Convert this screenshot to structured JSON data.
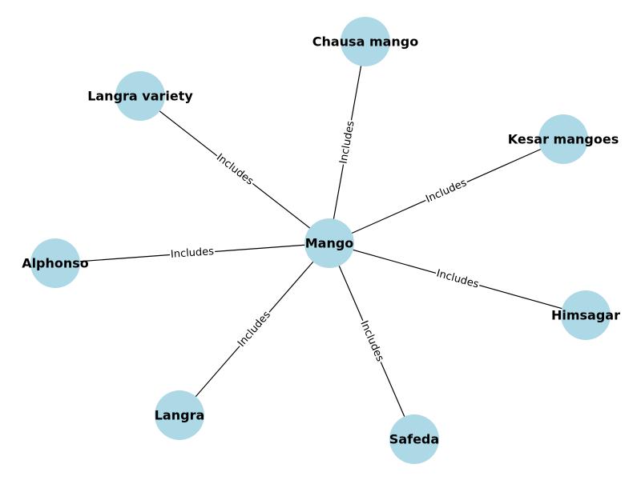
{
  "graph": {
    "colors": {
      "node_fill": "#add8e6",
      "edge_stroke": "#000000",
      "label_bg": "#ffffff"
    },
    "center": {
      "id": "mango",
      "label": "Mango"
    },
    "edge_label": "Includes",
    "nodes": [
      {
        "id": "chausa",
        "label": "Chausa mango"
      },
      {
        "id": "langra-variety",
        "label": "Langra variety"
      },
      {
        "id": "kesar",
        "label": "Kesar mangoes"
      },
      {
        "id": "alphonso",
        "label": "Alphonso"
      },
      {
        "id": "himsagar",
        "label": "Himsagar"
      },
      {
        "id": "langra",
        "label": "Langra"
      },
      {
        "id": "safeda",
        "label": "Safeda"
      }
    ]
  }
}
